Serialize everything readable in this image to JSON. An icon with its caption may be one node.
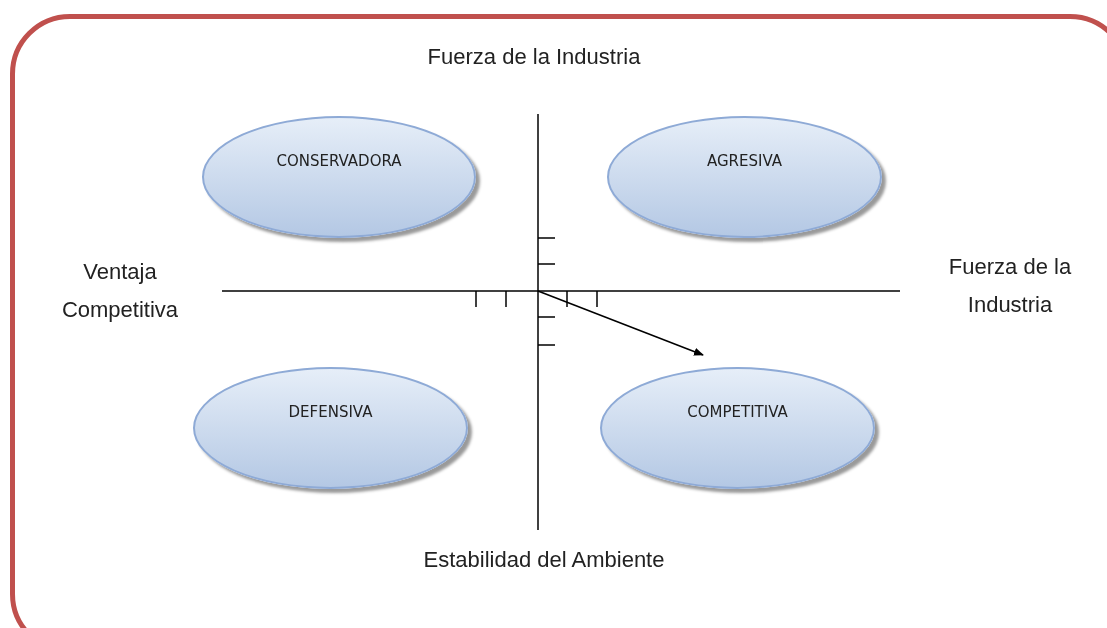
{
  "diagram": {
    "nodes": [
      {
        "text": [
          "CONSERVADORA"
        ]
      },
      {
        "text": [
          "AGRESIVA"
        ]
      },
      {
        "text": [
          "DEFENSIVA"
        ]
      },
      {
        "text": [
          "COMPETITIVA"
        ]
      }
    ],
    "edges": [],
    "labels": [
      "Fuerza de la Industria",
      "Ventaja Competitiva",
      "Fuerza de la Industria",
      "Estabilidad del Ambiente"
    ]
  }
}
